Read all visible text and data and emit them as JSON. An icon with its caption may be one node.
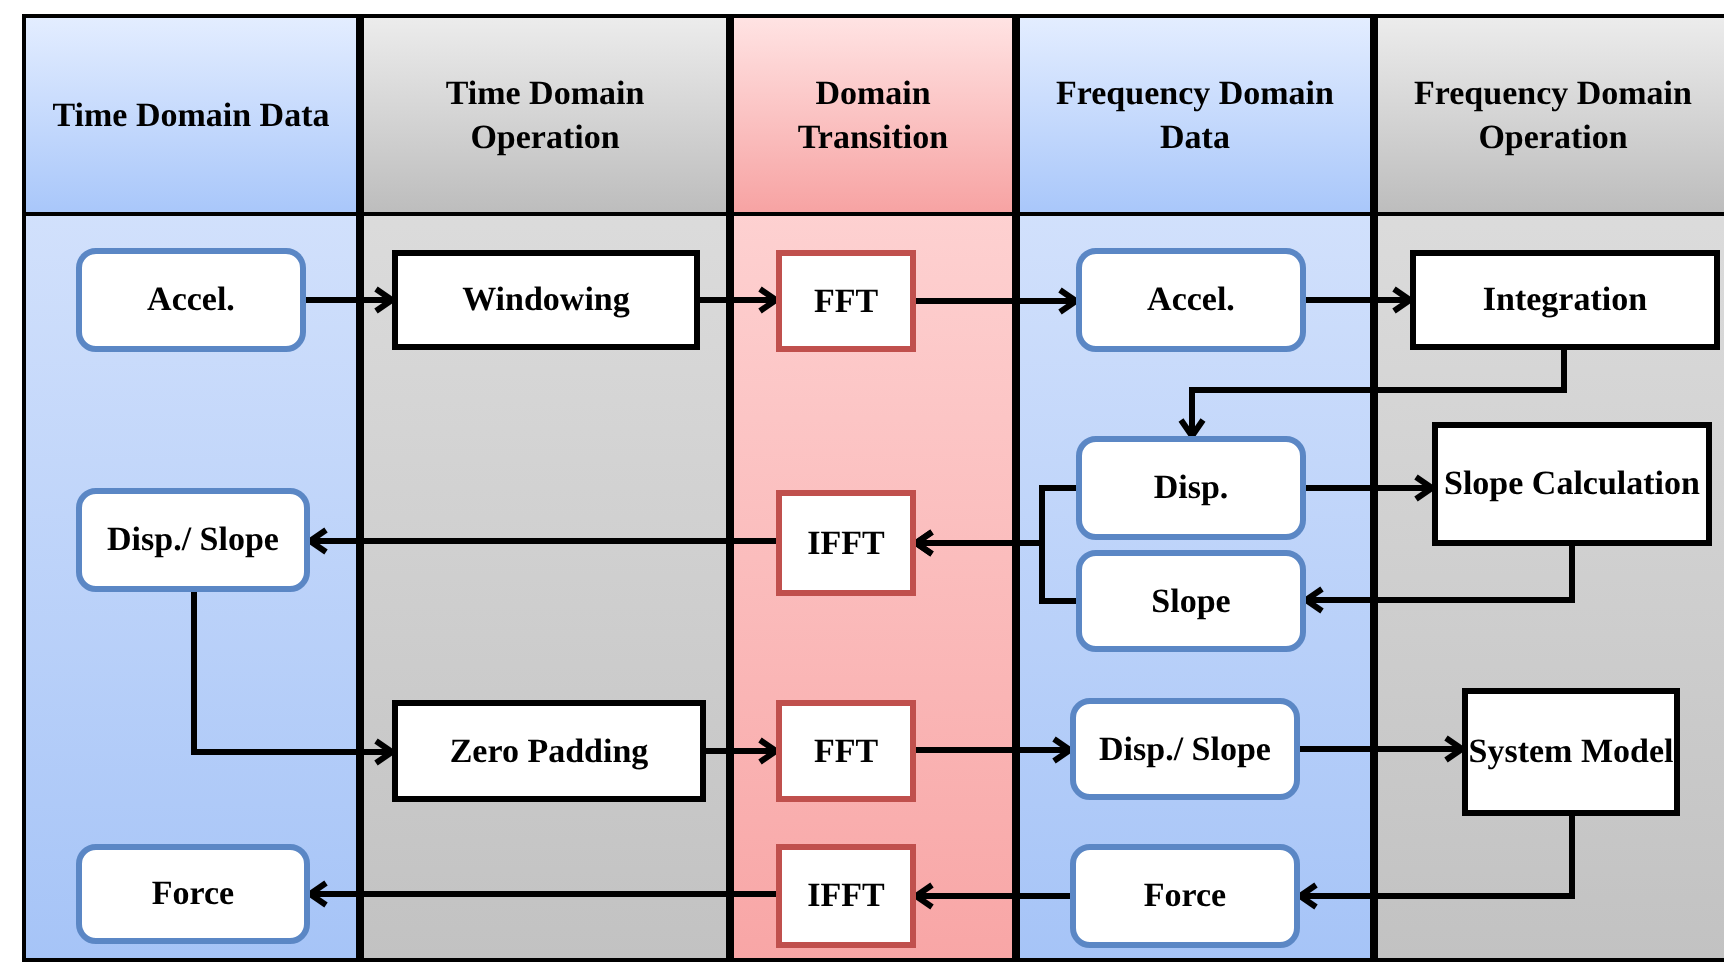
{
  "diagram": {
    "nodes": [
      {
        "text": [
          "Time Domain Data"
        ]
      },
      {
        "text": [
          "Time Domain Operation"
        ]
      },
      {
        "text": [
          "Domain Transition"
        ]
      },
      {
        "text": [
          "Frequency Domain Data"
        ]
      },
      {
        "text": [
          "Frequency Domain Operation"
        ]
      },
      {
        "text": [
          "Accel."
        ],
        "in": 0
      },
      {
        "text": [
          "Windowing"
        ],
        "in": 1
      },
      {
        "text": [
          "FFT"
        ],
        "in": 2
      },
      {
        "text": [
          "Accel."
        ],
        "in": 3
      },
      {
        "text": [
          "Integration"
        ],
        "in": 4
      },
      {
        "text": [
          "Disp."
        ],
        "in": 3
      },
      {
        "text": [
          "Slope Calculation"
        ],
        "in": 4
      },
      {
        "text": [
          "Disp./ Slope"
        ],
        "in": 0
      },
      {
        "text": [
          "IFFT"
        ],
        "in": 2
      },
      {
        "text": [
          "Slope"
        ],
        "in": 3
      },
      {
        "text": [
          "Zero Padding"
        ],
        "in": 1
      },
      {
        "text": [
          "FFT"
        ],
        "in": 2
      },
      {
        "text": [
          "Disp./ Slope"
        ],
        "in": 3
      },
      {
        "text": [
          "System Model"
        ],
        "in": 4
      },
      {
        "text": [
          "Force"
        ],
        "in": 0
      },
      {
        "text": [
          "IFFT"
        ],
        "in": 2
      },
      {
        "text": [
          "Force"
        ],
        "in": 3
      }
    ],
    "edges": [
      {
        "from": 5,
        "to": 6,
        "arrow": "to"
      },
      {
        "from": 6,
        "to": 7,
        "arrow": "to"
      },
      {
        "from": 7,
        "to": 8,
        "arrow": "to"
      },
      {
        "from": 8,
        "to": 9,
        "arrow": "to"
      },
      {
        "from": 9,
        "to": 10,
        "arrow": "to"
      },
      {
        "from": 10,
        "to": 11,
        "arrow": "to"
      },
      {
        "from": 11,
        "to": 14,
        "arrow": "to"
      },
      {
        "from": 10,
        "to": 13,
        "arrow": "to"
      },
      {
        "from": 14,
        "to": 13,
        "arrow": "to"
      },
      {
        "from": 13,
        "to": 12,
        "arrow": "to"
      },
      {
        "from": 12,
        "to": 15,
        "arrow": "to"
      },
      {
        "from": 15,
        "to": 16,
        "arrow": "to"
      },
      {
        "from": 16,
        "to": 17,
        "arrow": "to"
      },
      {
        "from": 17,
        "to": 18,
        "arrow": "to"
      },
      {
        "from": 18,
        "to": 21,
        "arrow": "to"
      },
      {
        "from": 21,
        "to": 20,
        "arrow": "to"
      },
      {
        "from": 20,
        "to": 19,
        "arrow": "to"
      }
    ]
  }
}
